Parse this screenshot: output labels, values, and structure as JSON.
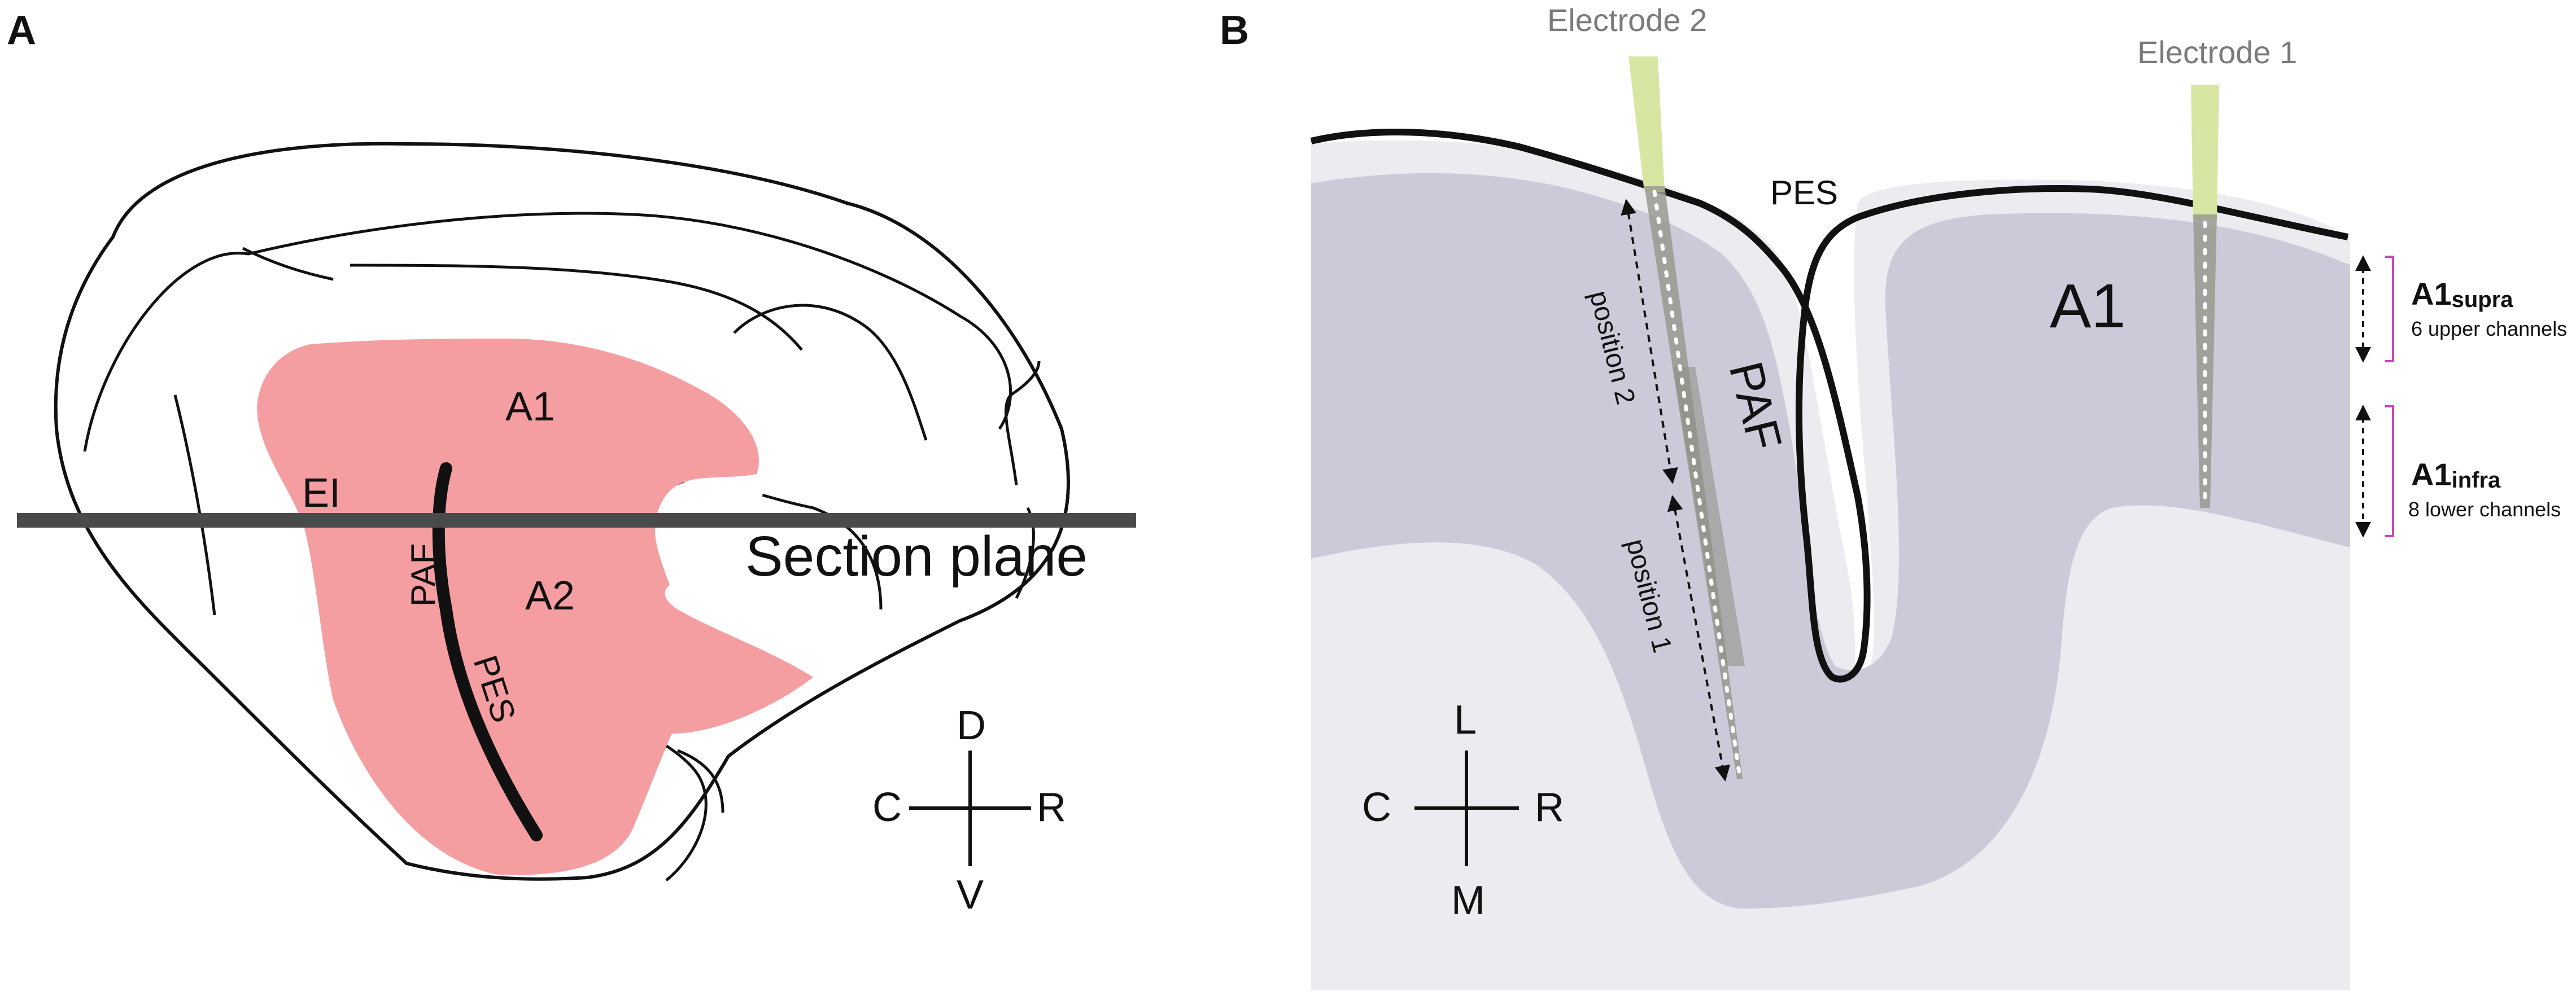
{
  "panels": {
    "a": {
      "letter": "A",
      "labels": {
        "ei": "EI",
        "a1": "A1",
        "a2": "A2",
        "paf": "PAF",
        "pes": "PES",
        "section_plane": "Section plane"
      },
      "compass": {
        "top": "D",
        "bottom": "V",
        "left": "C",
        "right": "R"
      }
    },
    "b": {
      "letter": "B",
      "labels": {
        "electrode_2": "Electrode 2",
        "electrode_1": "Electrode 1",
        "pes": "PES",
        "paf": "PAF",
        "a1": "A1",
        "position_2": "position 2",
        "position_1": "position 1"
      },
      "layers": {
        "supra": {
          "main": "A1",
          "sub": "supra",
          "channels": "6 upper channels"
        },
        "infra": {
          "main": "A1",
          "sub": "infra",
          "channels": "8 lower channels"
        }
      },
      "compass": {
        "top": "L",
        "bottom": "M",
        "left": "C",
        "right": "R"
      }
    }
  },
  "colors": {
    "auditory_cortex_fill": "#f59ea1",
    "outline": "#111111",
    "section_plane": "#4a4a4a",
    "white_matter": "#ebebf0",
    "gray_matter": "#cbcad8",
    "electrode_tip": "#d8e6a4",
    "electrode_shaft": "#9a9a92",
    "bracket": "#cc44bb"
  }
}
